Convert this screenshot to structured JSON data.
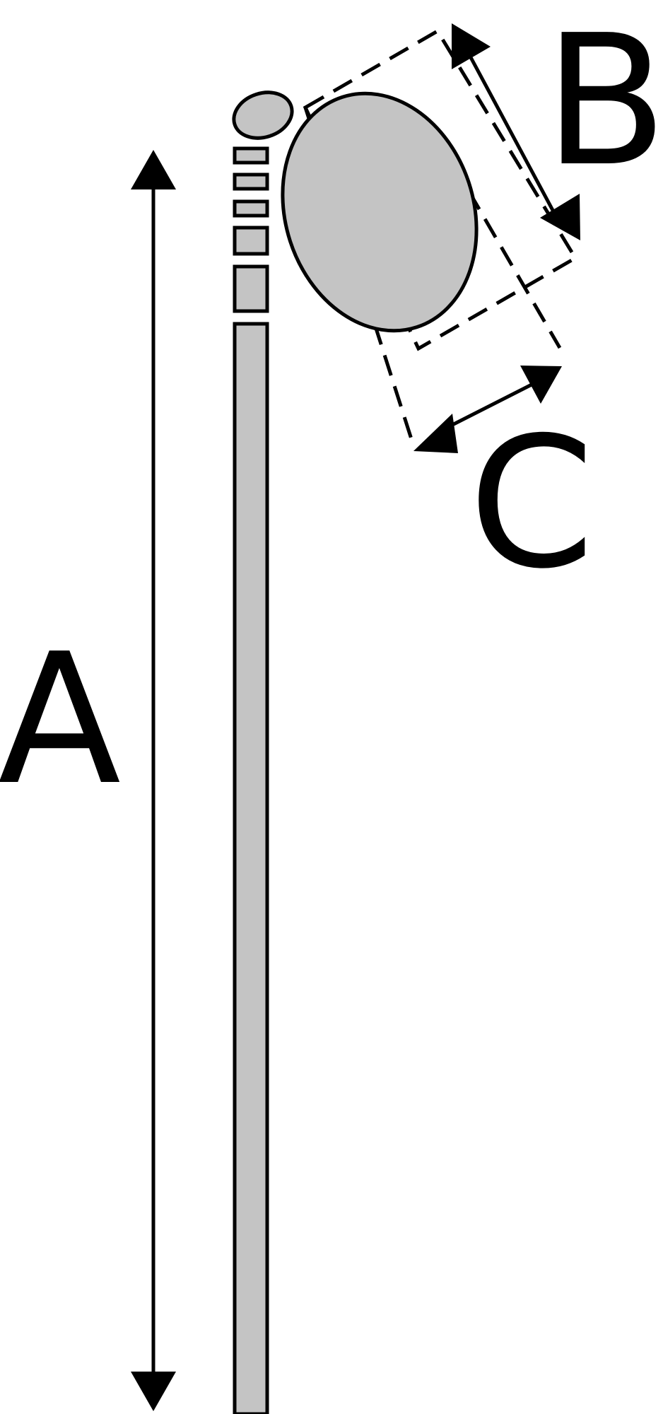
{
  "diagram": {
    "labels": {
      "a": "A",
      "b": "B",
      "c": "C"
    },
    "colors": {
      "fill": "#c4c4c4",
      "stroke": "#000000",
      "background": "#ffffff"
    }
  }
}
